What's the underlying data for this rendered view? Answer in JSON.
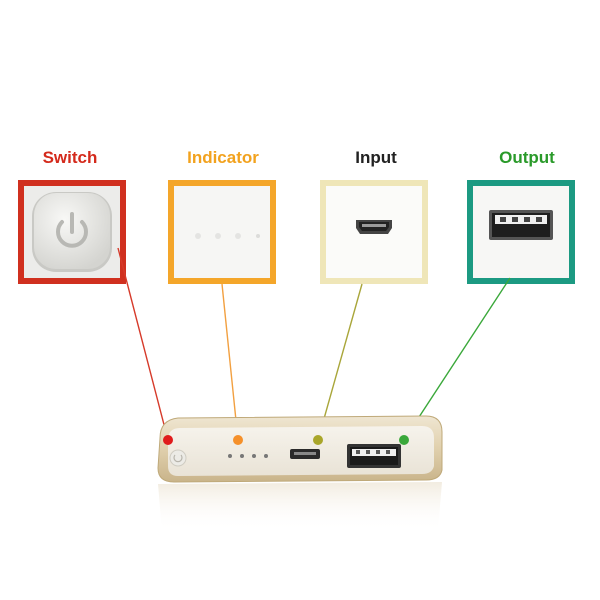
{
  "labels": {
    "switch": "Switch",
    "indicator": "Indicator",
    "input": "Input",
    "output": "Output"
  },
  "colors": {
    "switch": "#d0301f",
    "indicator": "#f4a62a",
    "input": "#b5a547",
    "output": "#1c9a82",
    "switch_text": "#d42a1c",
    "indicator_text": "#f2a21e",
    "input_text": "#222222",
    "output_text": "#2a9a2a",
    "dot_switch": "#e01b1b",
    "dot_indicator": "#f5902a",
    "dot_input": "#a9a62a",
    "dot_output": "#3aa83a"
  },
  "icons": {
    "switch": "power-button-icon",
    "indicator": "led-indicator-icon",
    "input": "micro-usb-port-icon",
    "output": "usb-a-port-icon"
  }
}
